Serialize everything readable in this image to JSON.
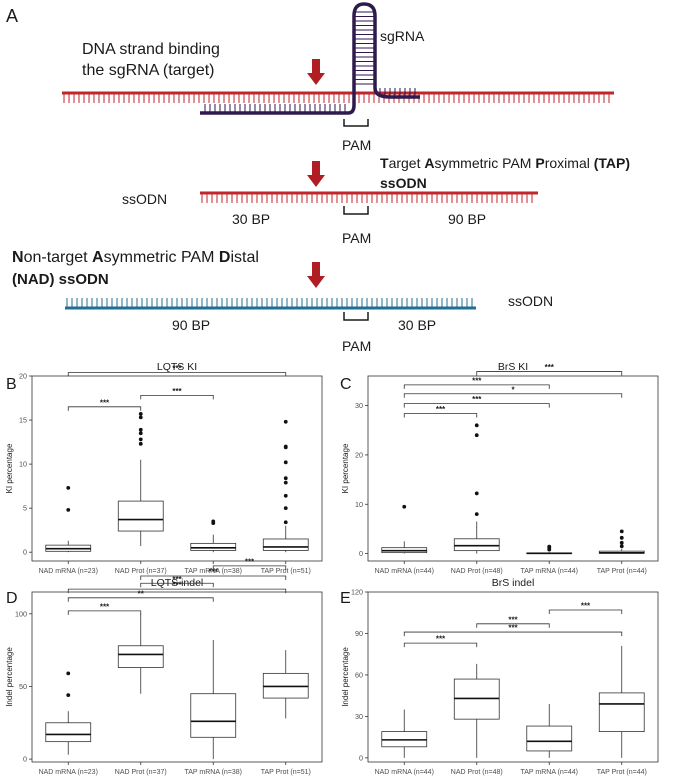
{
  "panel_labels": {
    "A": "A",
    "B": "B",
    "C": "C",
    "D": "D",
    "E": "E"
  },
  "schematic": {
    "strand_label_line1": "DNA strand binding",
    "strand_label_line2": "the sgRNA (target)",
    "sgrna_label": "sgRNA",
    "pam": "PAM",
    "tap_line1": [
      "T",
      "arget ",
      "A",
      "symmetric ",
      "PAM",
      " ",
      "P",
      "roximal ",
      "(TAP)"
    ],
    "tap_line2": "ssODN",
    "ssodn": "ssODN",
    "bp_30": "30 BP",
    "bp_90": "90 BP",
    "nad_line1": [
      "N",
      "on-target ",
      "A",
      "symmetric PAM ",
      "D",
      "istal"
    ],
    "nad_line2": "(NAD) ssODN",
    "colors": {
      "target_strand": "#c0272d",
      "ssodn_nad": "#1f6f91",
      "sgrna": "#2e1a4f",
      "arrow": "#b01e23"
    }
  },
  "chart_data": [
    {
      "id": "B",
      "type": "box",
      "title": "LQTS KI",
      "ylabel": "KI percentage",
      "ylim": [
        -1,
        20
      ],
      "yticks": [
        0,
        5,
        10,
        15,
        20
      ],
      "categories": [
        "NAD mRNA (n=23)",
        "NAD Prot (n=37)",
        "TAP mRNA (n=38)",
        "TAP Prot (n=51)"
      ],
      "boxes": [
        {
          "min": 0,
          "q1": 0.1,
          "median": 0.4,
          "q3": 0.8,
          "max": 1.3,
          "outliers": [
            4.8,
            7.3
          ]
        },
        {
          "min": 0.7,
          "q1": 2.4,
          "median": 3.7,
          "q3": 5.8,
          "max": 10.5,
          "outliers": [
            12.3,
            12.8,
            13.5,
            13.9,
            15.3,
            15.7
          ]
        },
        {
          "min": 0,
          "q1": 0.2,
          "median": 0.5,
          "q3": 1.0,
          "max": 2.0,
          "outliers": [
            3.3,
            3.5
          ]
        },
        {
          "min": 0,
          "q1": 0.2,
          "median": 0.6,
          "q3": 1.5,
          "max": 3.0,
          "outliers": [
            3.4,
            5.0,
            6.4,
            7.9,
            8.4,
            10.2,
            11.9,
            12.0,
            14.8
          ]
        }
      ],
      "brackets": [
        {
          "from": 1,
          "to": 4,
          "label": "***",
          "y": 20.4
        },
        {
          "from": 2,
          "to": 3,
          "label": "***",
          "y": 17.8
        },
        {
          "from": 1,
          "to": 2,
          "label": "***",
          "y": 16.5
        }
      ]
    },
    {
      "id": "C",
      "type": "box",
      "title": "BrS KI",
      "ylabel": "KI percentage",
      "ylim": [
        -1.5,
        36
      ],
      "yticks": [
        0,
        10,
        20,
        30
      ],
      "categories": [
        "NAD mRNA (n=44)",
        "NAD Prot (n=48)",
        "TAP mRNA (n=44)",
        "TAP Prot (n=44)"
      ],
      "boxes": [
        {
          "min": 0,
          "q1": 0.2,
          "median": 0.6,
          "q3": 1.2,
          "max": 2.5,
          "outliers": [
            9.5
          ]
        },
        {
          "min": 0,
          "q1": 0.6,
          "median": 1.6,
          "q3": 3.0,
          "max": 6.5,
          "outliers": [
            8.0,
            12.2,
            24.0,
            26.0
          ]
        },
        {
          "min": 0,
          "q1": 0,
          "median": 0.05,
          "q3": 0.15,
          "max": 0.3,
          "outliers": [
            0.8,
            1.2,
            1.4
          ]
        },
        {
          "min": 0,
          "q1": 0.05,
          "median": 0.15,
          "q3": 0.5,
          "max": 1.0,
          "outliers": [
            1.5,
            2.2,
            3.2,
            4.5
          ]
        }
      ],
      "brackets": [
        {
          "from": 2,
          "to": 4,
          "label": "***",
          "y": 36.9
        },
        {
          "from": 1,
          "to": 3,
          "label": "***",
          "y": 34.2
        },
        {
          "from": 1,
          "to": 4,
          "label": "*",
          "y": 32.4
        },
        {
          "from": 1,
          "to": 3,
          "label": "***",
          "y": 30.4
        },
        {
          "from": 1,
          "to": 2,
          "label": "***",
          "y": 28.4
        }
      ]
    },
    {
      "id": "D",
      "type": "box",
      "title": "LQTS indel",
      "ylabel": "Indel percentage",
      "ylim": [
        -2,
        115
      ],
      "yticks": [
        0,
        50,
        100
      ],
      "categories": [
        "NAD mRNA (n=23)",
        "NAD Prot (n=37)",
        "TAP mRNA (n=38)",
        "TAP Prot (n=51)"
      ],
      "boxes": [
        {
          "min": 3,
          "q1": 12,
          "median": 17,
          "q3": 25,
          "max": 33,
          "outliers": [
            44,
            59
          ]
        },
        {
          "min": 45,
          "q1": 63,
          "median": 72,
          "q3": 78,
          "max": 100,
          "outliers": []
        },
        {
          "min": 0,
          "q1": 15,
          "median": 26,
          "q3": 45,
          "max": 82,
          "outliers": []
        },
        {
          "min": 28,
          "q1": 42,
          "median": 50,
          "q3": 59,
          "max": 75,
          "outliers": []
        }
      ],
      "brackets": [
        {
          "from": 3,
          "to": 4,
          "label": "***",
          "y": 133
        },
        {
          "from": 2,
          "to": 4,
          "label": "***",
          "y": 126
        },
        {
          "from": 2,
          "to": 3,
          "label": "***",
          "y": 121
        },
        {
          "from": 1,
          "to": 4,
          "label": "***",
          "y": 117
        },
        {
          "from": 1,
          "to": 3,
          "label": "**",
          "y": 111
        },
        {
          "from": 1,
          "to": 2,
          "label": "***",
          "y": 102
        }
      ]
    },
    {
      "id": "E",
      "type": "box",
      "title": "BrS indel",
      "ylabel": "Indel percentage",
      "ylim": [
        -3,
        120
      ],
      "yticks": [
        0,
        30,
        60,
        90,
        120
      ],
      "categories": [
        "NAD mRNA (n=44)",
        "NAD Prot (n=48)",
        "TAP mRNA (n=44)",
        "TAP Prot (n=44)"
      ],
      "boxes": [
        {
          "min": 0,
          "q1": 8,
          "median": 13,
          "q3": 19,
          "max": 35,
          "outliers": []
        },
        {
          "min": 0,
          "q1": 28,
          "median": 43,
          "q3": 57,
          "max": 68,
          "outliers": []
        },
        {
          "min": 0,
          "q1": 5,
          "median": 12,
          "q3": 23,
          "max": 39,
          "outliers": []
        },
        {
          "min": 0,
          "q1": 19,
          "median": 39,
          "q3": 47,
          "max": 81,
          "outliers": []
        }
      ],
      "brackets": [
        {
          "from": 3,
          "to": 4,
          "label": "***",
          "y": 107
        },
        {
          "from": 2,
          "to": 3,
          "label": "***",
          "y": 97
        },
        {
          "from": 1,
          "to": 4,
          "label": "***",
          "y": 91
        },
        {
          "from": 1,
          "to": 2,
          "label": "***",
          "y": 83
        }
      ]
    }
  ]
}
